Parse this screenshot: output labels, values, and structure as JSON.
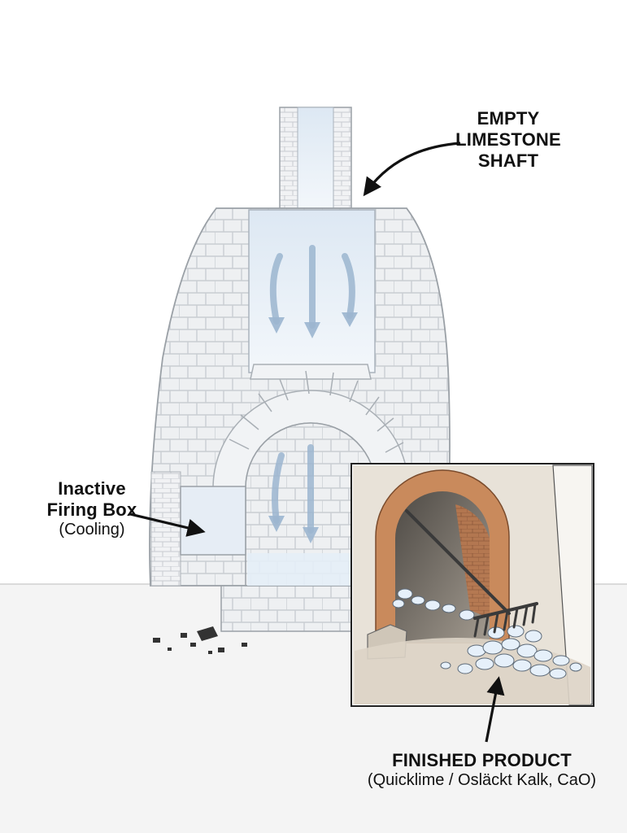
{
  "labels": {
    "shaft": {
      "line1": "EMPTY",
      "line2": "LIMESTONE",
      "line3": "SHAFT"
    },
    "firing_box": {
      "line1": "Inactive",
      "line2": "Firing Box",
      "line3": "(Cooling)"
    },
    "product": {
      "line1": "FINISHED PRODUCT",
      "line2": "(Quicklime / Osläckt Kalk, CaO)"
    }
  },
  "icons": {
    "flow_arrows": "air-flow-down-icon",
    "rake": "rake-icon",
    "pointer": "pointer-arrow-icon"
  },
  "colors": {
    "stone_fill": "#eef0f2",
    "stone_line": "#c9cdd2",
    "shaft_fill": "#e8f0f8",
    "flow_arrow": "#9cb6d0",
    "brick": "#c98a5c",
    "inset_bg": "#d9d1c5",
    "quicklime": "#e6f0fa",
    "ground": "#f3f3f3",
    "ink": "#111111"
  }
}
